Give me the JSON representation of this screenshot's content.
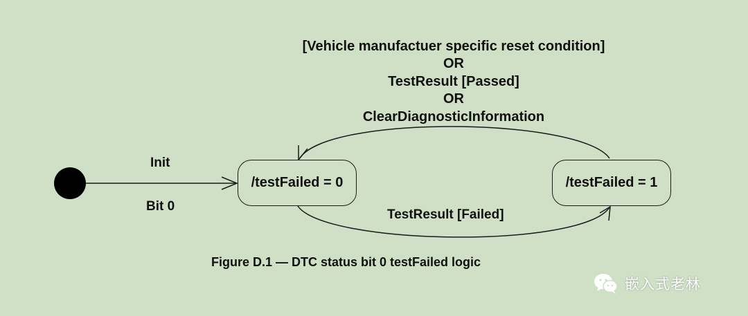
{
  "diagram": {
    "initial_label_top": "Init",
    "initial_label_bottom": "Bit 0",
    "reset_condition_lines": [
      "[Vehicle manufactuer specific reset condition]",
      "OR",
      "TestResult [Passed]",
      "OR",
      "ClearDiagnosticInformation"
    ],
    "states": {
      "state_0": "/testFailed = 0",
      "state_1": "/testFailed = 1"
    },
    "failed_transition_label": "TestResult [Failed]",
    "caption": "Figure D.1 — DTC status bit 0 testFailed logic"
  },
  "watermark": {
    "text": "嵌入式老林",
    "icon": "wechat-icon"
  }
}
